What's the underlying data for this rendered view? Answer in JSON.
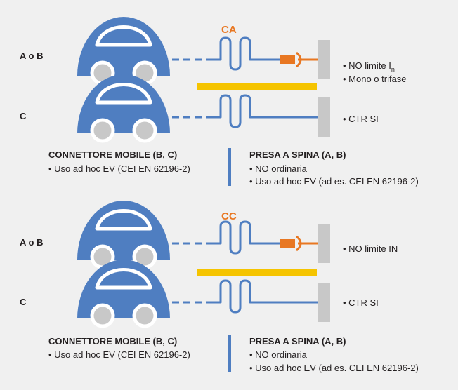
{
  "panels": [
    {
      "current_type": "CA",
      "row_ab_label": "A o B",
      "row_c_label": "C",
      "row_ab_notes": [
        {
          "text": "• NO limite I",
          "subscript": "n"
        },
        {
          "text": "• Mono o trifase",
          "subscript": ""
        }
      ],
      "row_c_notes": [
        {
          "text": "• CTR SI",
          "subscript": ""
        }
      ],
      "left_heading": "CONNETTORE MOBILE (B, C)",
      "left_items": [
        "• Uso ad hoc EV (CEI EN 62196-2)"
      ],
      "right_heading": "PRESA A SPINA (A, B)",
      "right_items": [
        "• NO ordinaria",
        "• Uso ad hoc EV (ad es. CEI EN 62196-2)"
      ]
    },
    {
      "current_type": "CC",
      "row_ab_label": "A o B",
      "row_c_label": "C",
      "row_ab_notes": [
        {
          "text": "• NO limite IN",
          "subscript": ""
        }
      ],
      "row_c_notes": [
        {
          "text": "• CTR SI",
          "subscript": ""
        }
      ],
      "left_heading": "CONNETTORE MOBILE (B, C)",
      "left_items": [
        "• Uso ad hoc EV (CEI EN 62196-2)"
      ],
      "right_heading": "PRESA A SPINA (A, B)",
      "right_items": [
        "• NO ordinaria",
        "• Uso ad hoc EV (ad es. CEI EN 62196-2)"
      ]
    }
  ],
  "colors": {
    "background": "#f0f0f0",
    "car": "#4f7ec1",
    "window": "#ffffff",
    "wheel": "#c8c8c8",
    "cable": "#4f7ec1",
    "plug": "#e87722",
    "accent_label": "#e87722",
    "wall": "#c8c8c8",
    "separator": "#f5c400",
    "divider": "#4f7ec1"
  },
  "icons": [
    "car-icon",
    "cable-icon",
    "plug-icon",
    "wall-socket-icon"
  ]
}
